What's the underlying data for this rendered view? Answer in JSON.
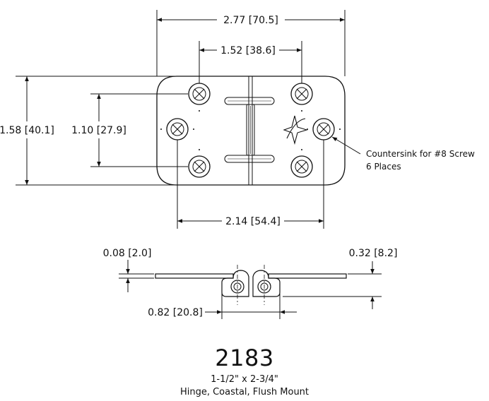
{
  "dimensions": {
    "overall_length": "2.77 [70.5]",
    "upper_hole_spacing": "1.52 [38.6]",
    "overall_height": "1.58 [40.1]",
    "inner_hole_spacing": "1.10 [27.9]",
    "lower_hole_spacing": "2.14 [54.4]",
    "leaf_thickness": "0.08 [2.0]",
    "knuckle_height": "0.32 [8.2]",
    "knuckle_width": "0.82 [20.8]"
  },
  "callout": {
    "line1": "Countersink for #8 Screw",
    "line2": "6 Places"
  },
  "title_block": {
    "part_number": "2183",
    "size": "1-1/2\" x 2-3/4\"",
    "description": "Hinge, Coastal, Flush Mount"
  },
  "logo": "star-logo"
}
